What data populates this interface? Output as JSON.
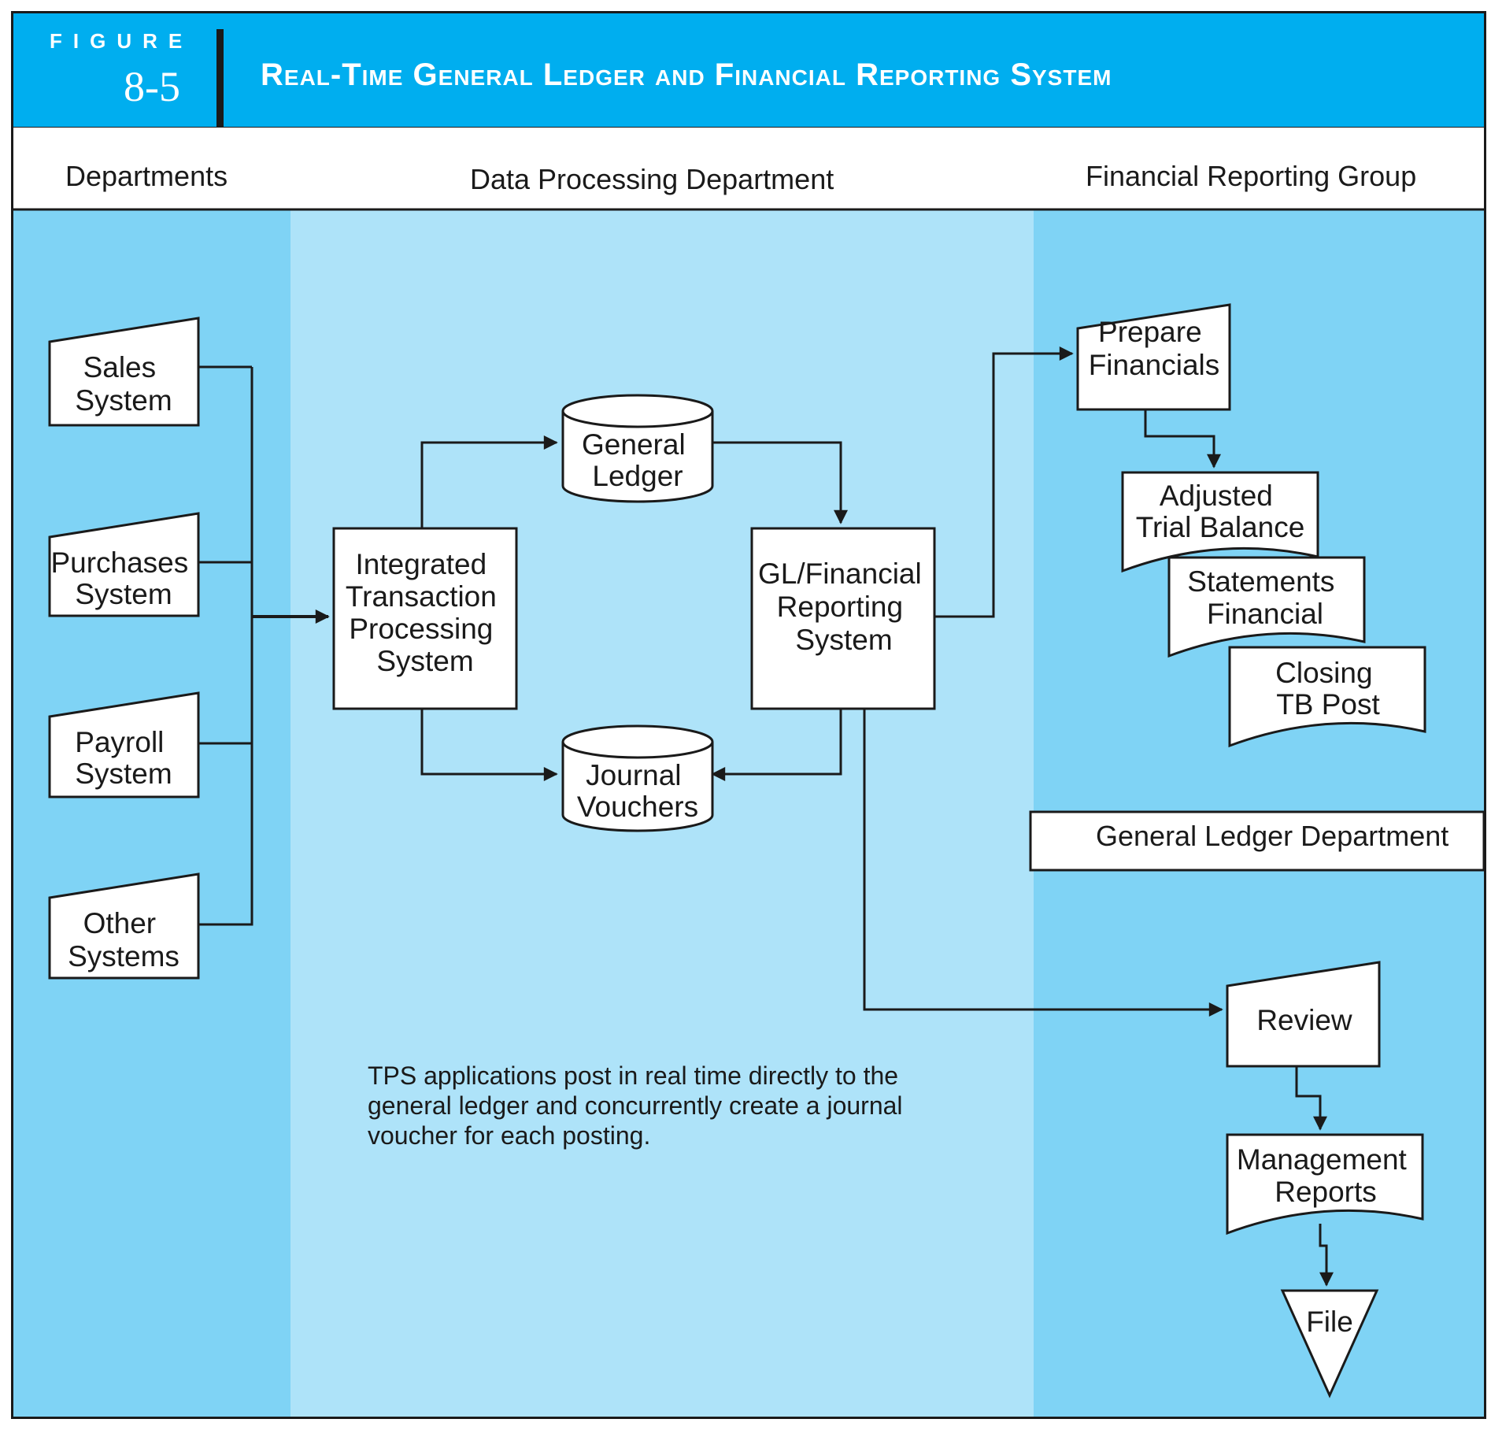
{
  "header": {
    "figure_label": "FIGURE",
    "figure_number": "8-5",
    "title": "Real-Time General Ledger and Financial Reporting System"
  },
  "columns": {
    "departments": "Departments",
    "data_processing": "Data Processing Department",
    "financial_reporting": "Financial Reporting Group",
    "general_ledger_dept": "General Ledger Department"
  },
  "nodes": {
    "sales": [
      "Sales",
      "System"
    ],
    "purchases": [
      "Purchases",
      "System"
    ],
    "payroll": [
      "Payroll",
      "System"
    ],
    "other": [
      "Other",
      "Systems"
    ],
    "itps": [
      "Integrated",
      "Transaction",
      "Processing",
      "System"
    ],
    "general_ledger": [
      "General",
      "Ledger"
    ],
    "journal_vouchers": [
      "Journal",
      "Vouchers"
    ],
    "gl_financial": [
      "GL/Financial",
      "Reporting",
      "System"
    ],
    "prepare_financials": [
      "Prepare",
      "Financials"
    ],
    "adjusted_tb": [
      "Adjusted",
      "Trial Balance"
    ],
    "statements_financial": [
      "Statements",
      "Financial"
    ],
    "closing_tb": [
      "Closing",
      "TB Post"
    ],
    "review": [
      "Review"
    ],
    "management_reports": [
      "Management",
      "Reports"
    ],
    "file": [
      "File"
    ]
  },
  "note": "TPS applications post in real time directly to the general ledger and concurrently create a journal voucher for each posting.",
  "colors": {
    "header_blue": "#00aeef",
    "lane_dark": "#7fd3f5",
    "lane_light": "#aee3f9",
    "ink": "#1a1a1a"
  }
}
